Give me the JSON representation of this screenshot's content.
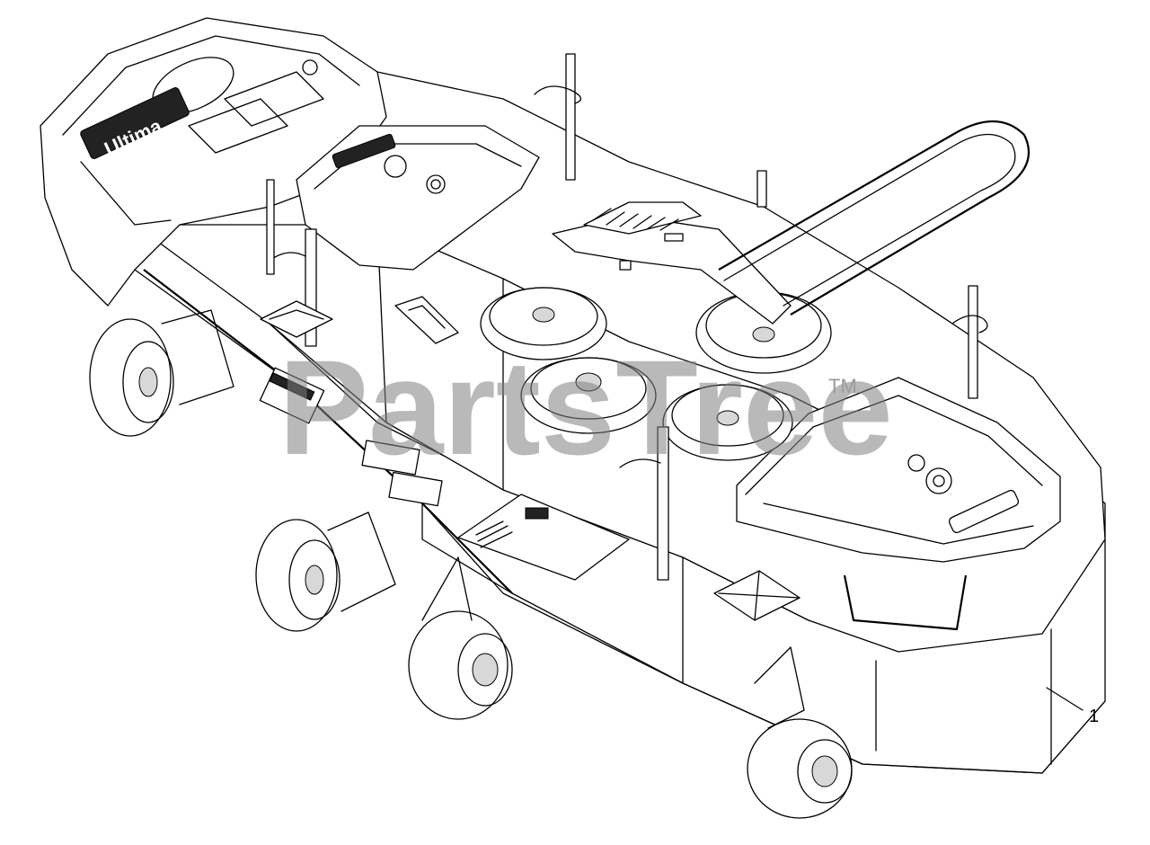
{
  "diagram": {
    "watermark_text": "PartsTree",
    "trademark_symbol": "TM",
    "callouts": [
      {
        "label": "1"
      }
    ],
    "brand_decal_text": "Ultima",
    "colors": {
      "line": "#000000",
      "background": "#ffffff",
      "watermark": "#7f7f7f"
    },
    "icons": [
      "mower-deck-drawing",
      "caster-wheel-icon",
      "pulley-icon",
      "warning-decal-icon"
    ]
  }
}
